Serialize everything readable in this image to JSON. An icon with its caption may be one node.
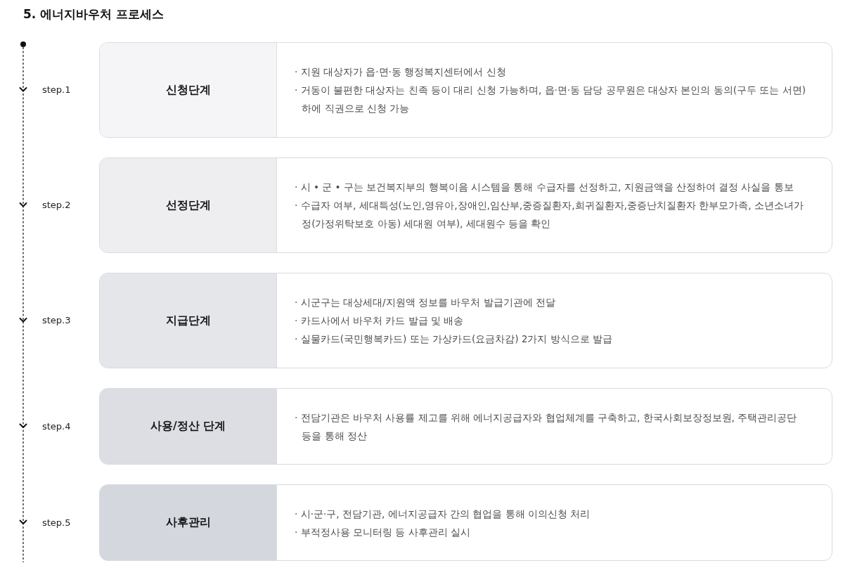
{
  "diagram": {
    "title": "5. 에너지바우처 프로세스",
    "nodes": [
      {
        "text": [
          "· 지원 대상자가 읍·면·동 행정복지센터에서 신청",
          "· 거동이 불편한 대상자는 친족 등이 대리 신청 가능하며, 읍·면·동 담당 공무원은 대상자 본인의 동의(구두 또는 서면) 하에 직권으로 신청 가능"
        ],
        "beside": [
          "step.1"
        ]
      },
      {
        "text": [
          "신청단계"
        ],
        "in": 0
      },
      {
        "text": [
          "· 시 • 군 • 구는 보건복지부의 행복이음 시스템을 통해 수급자를 선정하고, 지원금액을 산정하여 결정 사실을 통보",
          "· 수급자 여부, 세대특성(노인,영유아,장애인,임산부,중증질환자,희귀질환자,중증난치질환자 한부모가족, 소년소녀가정(가정위탁보호 아동) 세대원 여부), 세대원수 등을 확인"
        ],
        "beside": [
          "step.2"
        ]
      },
      {
        "text": [
          "선정단계"
        ],
        "in": 2
      },
      {
        "text": [
          "· 시군구는 대상세대/지원액 정보를 바우처 발급기관에 전달",
          "· 카드사에서 바우처 카드 발급 및 배송",
          "· 실물카드(국민행복카드) 또는 가상카드(요금차감) 2가지 방식으로 발급"
        ],
        "beside": [
          "step.3"
        ]
      },
      {
        "text": [
          "지급단계"
        ],
        "in": 4
      },
      {
        "text": [
          "· 전담기관은 바우처 사용률 제고를 위해 에너지공급자와 협업체계를 구축하고, 한국사회보장정보원, 주택관리공단 등을 통해 정산"
        ],
        "beside": [
          "step.4"
        ]
      },
      {
        "text": [
          "사용/정산 단계"
        ],
        "in": 6
      },
      {
        "text": [
          "· 시·군·구, 전담기관, 에너지공급자 간의 협업을 통해 이의신청 처리",
          "· 부적정사용 모니터링 등 사후관리 실시"
        ],
        "beside": [
          "step.5"
        ]
      },
      {
        "text": [
          "사후관리"
        ],
        "in": 8
      }
    ]
  }
}
